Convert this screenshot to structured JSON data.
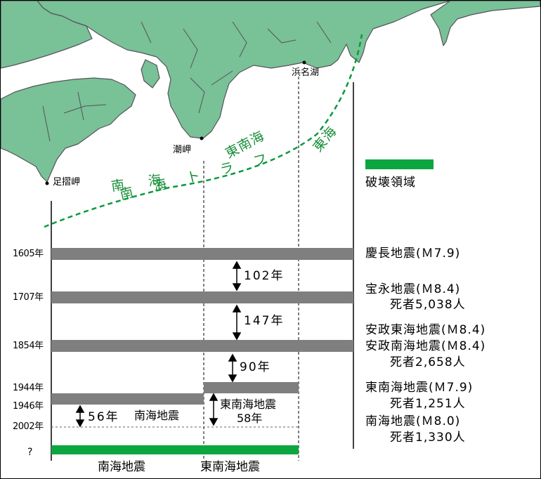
{
  "map": {
    "places": {
      "ashizuri": "足摺岬",
      "shionomisaki": "潮岬",
      "hamanako": "浜名湖"
    },
    "zones": {
      "nankai": "南 海",
      "tonankai": "東南海",
      "tokai": "東海"
    },
    "trough_label": "南 海 ト ラ フ"
  },
  "legend": {
    "rupture_label": "破壊領域",
    "rupture_color": "#0ca640"
  },
  "timeline": {
    "years": [
      "1605年",
      "1707年",
      "1854年",
      "1944年",
      "1946年",
      "2002年",
      "?"
    ],
    "intervals": [
      "102年",
      "147年",
      "90年",
      "56年",
      "58年"
    ],
    "inline_labels": {
      "nankai_quake": "南海地震",
      "tonankai_quake_line1": "東南海地震",
      "tonankai_quake_line2": "58年"
    },
    "bar_color": "#7f7f7f"
  },
  "events": {
    "keicho": "慶長地震(Ｍ7.9)",
    "hoei": "宝永地震(Ｍ8.4)",
    "hoei_deaths": "死者5,038人",
    "ansei_tokai": "安政東海地震(Ｍ8.4)",
    "ansei_nankai": "安政南海地震(Ｍ8.4)",
    "ansei_deaths": "死者2,658人",
    "tonankai_1944": "東南海地震(Ｍ7.9)",
    "tonankai_deaths": "死者1,251人",
    "nankai_1946": "南海地震(Ｍ8.0)",
    "nankai_deaths": "死者1,330人"
  },
  "bottom_labels": {
    "nankai": "南海地震",
    "tonankai": "東南海地震"
  }
}
